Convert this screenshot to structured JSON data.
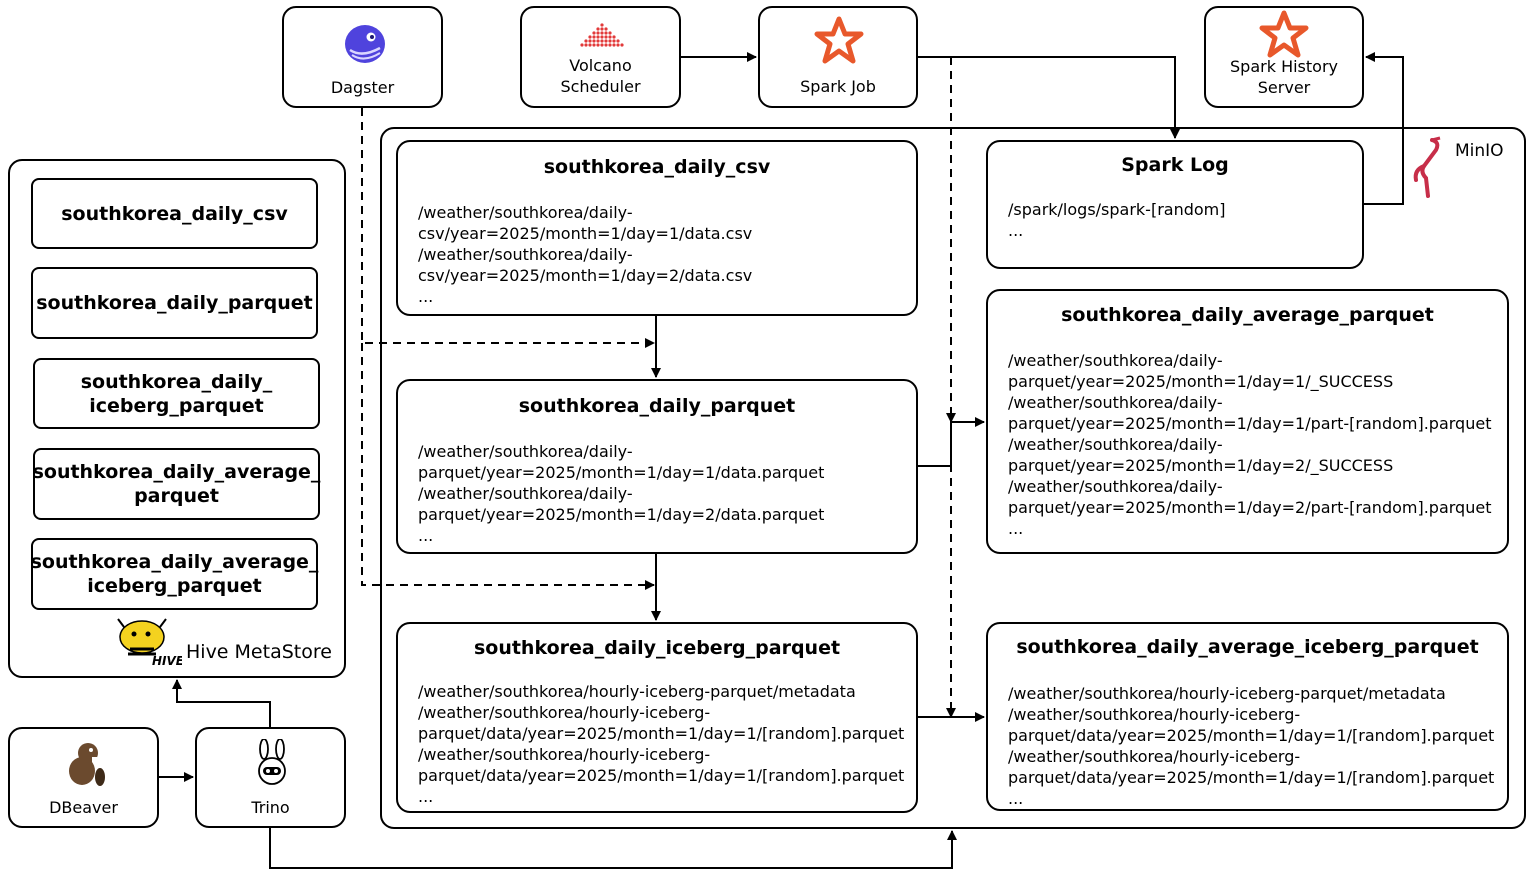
{
  "tools": {
    "dagster": "Dagster",
    "volcano": "Volcano\nScheduler",
    "spark_job": "Spark Job",
    "spark_history": "Spark History\nServer",
    "dbeaver": "DBeaver",
    "trino": "Trino"
  },
  "hive": {
    "label": "Hive MetaStore",
    "tables": [
      "southkorea_daily_csv",
      "southkorea_daily_parquet",
      "southkorea_daily_\niceberg_parquet",
      "southkorea_daily_average_\nparquet",
      "southkorea_daily_average_\niceberg_parquet"
    ]
  },
  "minio": {
    "label": "MinIO",
    "csv": {
      "title": "southkorea_daily_csv",
      "paths": "/weather/southkorea/daily-\ncsv/year=2025/month=1/day=1/data.csv\n/weather/southkorea/daily-\ncsv/year=2025/month=1/day=2/data.csv\n..."
    },
    "parquet": {
      "title": "southkorea_daily_parquet",
      "paths": "/weather/southkorea/daily-\nparquet/year=2025/month=1/day=1/data.parquet\n/weather/southkorea/daily-\nparquet/year=2025/month=1/day=2/data.parquet\n..."
    },
    "iceberg": {
      "title": "southkorea_daily_iceberg_parquet",
      "paths": "/weather/southkorea/hourly-iceberg-parquet/metadata\n/weather/southkorea/hourly-iceberg-\nparquet/data/year=2025/month=1/day=1/[random].parquet\n/weather/southkorea/hourly-iceberg-\nparquet/data/year=2025/month=1/day=1/[random].parquet\n..."
    },
    "spark_log": {
      "title": "Spark Log",
      "paths": "/spark/logs/spark-[random]\n..."
    },
    "avg_parquet": {
      "title": "southkorea_daily_average_parquet",
      "paths": "/weather/southkorea/daily-\nparquet/year=2025/month=1/day=1/_SUCCESS\n/weather/southkorea/daily-\nparquet/year=2025/month=1/day=1/part-[random].parquet\n/weather/southkorea/daily-\nparquet/year=2025/month=1/day=2/_SUCCESS\n/weather/southkorea/daily-\nparquet/year=2025/month=1/day=2/part-[random].parquet\n..."
    },
    "avg_iceberg": {
      "title": "southkorea_daily_average_iceberg_parquet",
      "paths": "/weather/southkorea/hourly-iceberg-parquet/metadata\n/weather/southkorea/hourly-iceberg-\nparquet/data/year=2025/month=1/day=1/[random].parquet\n/weather/southkorea/hourly-iceberg-\nparquet/data/year=2025/month=1/day=1/[random].parquet\n..."
    }
  },
  "colors": {
    "spark": "#e8582b",
    "dagster": "#4f43dd",
    "volcano": "#e23a3a",
    "minio": "#c72e49",
    "hive_yellow": "#f4d21f",
    "dbeaver": "#6b4a2e"
  }
}
